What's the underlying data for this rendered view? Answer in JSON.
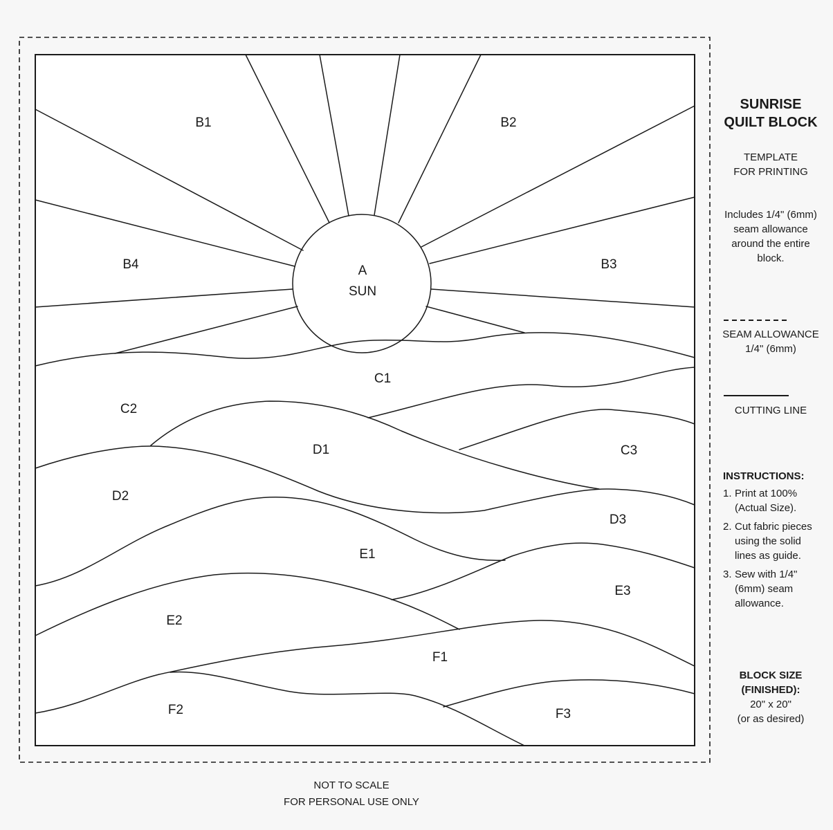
{
  "title": {
    "line1": "SUNRISE",
    "line2": "QUILT BLOCK"
  },
  "subtitle": {
    "line1": "TEMPLATE",
    "line2": "FOR PRINTING"
  },
  "seam_note": [
    "Includes 1/4\" (6mm)",
    "seam allowance",
    "around the entire",
    "block."
  ],
  "legend": {
    "seam_allowance": {
      "line1": "SEAM ALLOWANCE",
      "line2": "1/4\" (6mm)"
    },
    "cutting_line": "CUTTING LINE"
  },
  "instructions": {
    "heading": "INSTRUCTIONS:",
    "steps": [
      {
        "num": "1.",
        "lines": [
          "Print at 100%",
          "(Actual Size)."
        ]
      },
      {
        "num": "2.",
        "lines": [
          "Cut fabric pieces",
          "using the solid",
          "lines as guide."
        ]
      },
      {
        "num": "3.",
        "lines": [
          "Sew with 1/4\"",
          "(6mm) seam",
          "allowance."
        ]
      }
    ]
  },
  "block_size": {
    "line1": "BLOCK SIZE",
    "line2": "(FINISHED):",
    "line3": "20\" x 20\"",
    "line4": "(or as desired)"
  },
  "footer": {
    "line1": "NOT TO SCALE",
    "line2": "FOR PERSONAL USE ONLY"
  },
  "pieces": {
    "sun": {
      "id": "A",
      "name": "SUN"
    },
    "b1": "B1",
    "b2": "B2",
    "b3": "B3",
    "b4": "B4",
    "c1": "C1",
    "c2": "C2",
    "c3": "C3",
    "d1": "D1",
    "d2": "D2",
    "d3": "D3",
    "e1": "E1",
    "e2": "E2",
    "e3": "E3",
    "f1": "F1",
    "f2": "F2",
    "f3": "F3"
  },
  "colors": {
    "line": "#1a1a1a",
    "block_fill": "#ffffff",
    "page": "#f7f7f7"
  }
}
